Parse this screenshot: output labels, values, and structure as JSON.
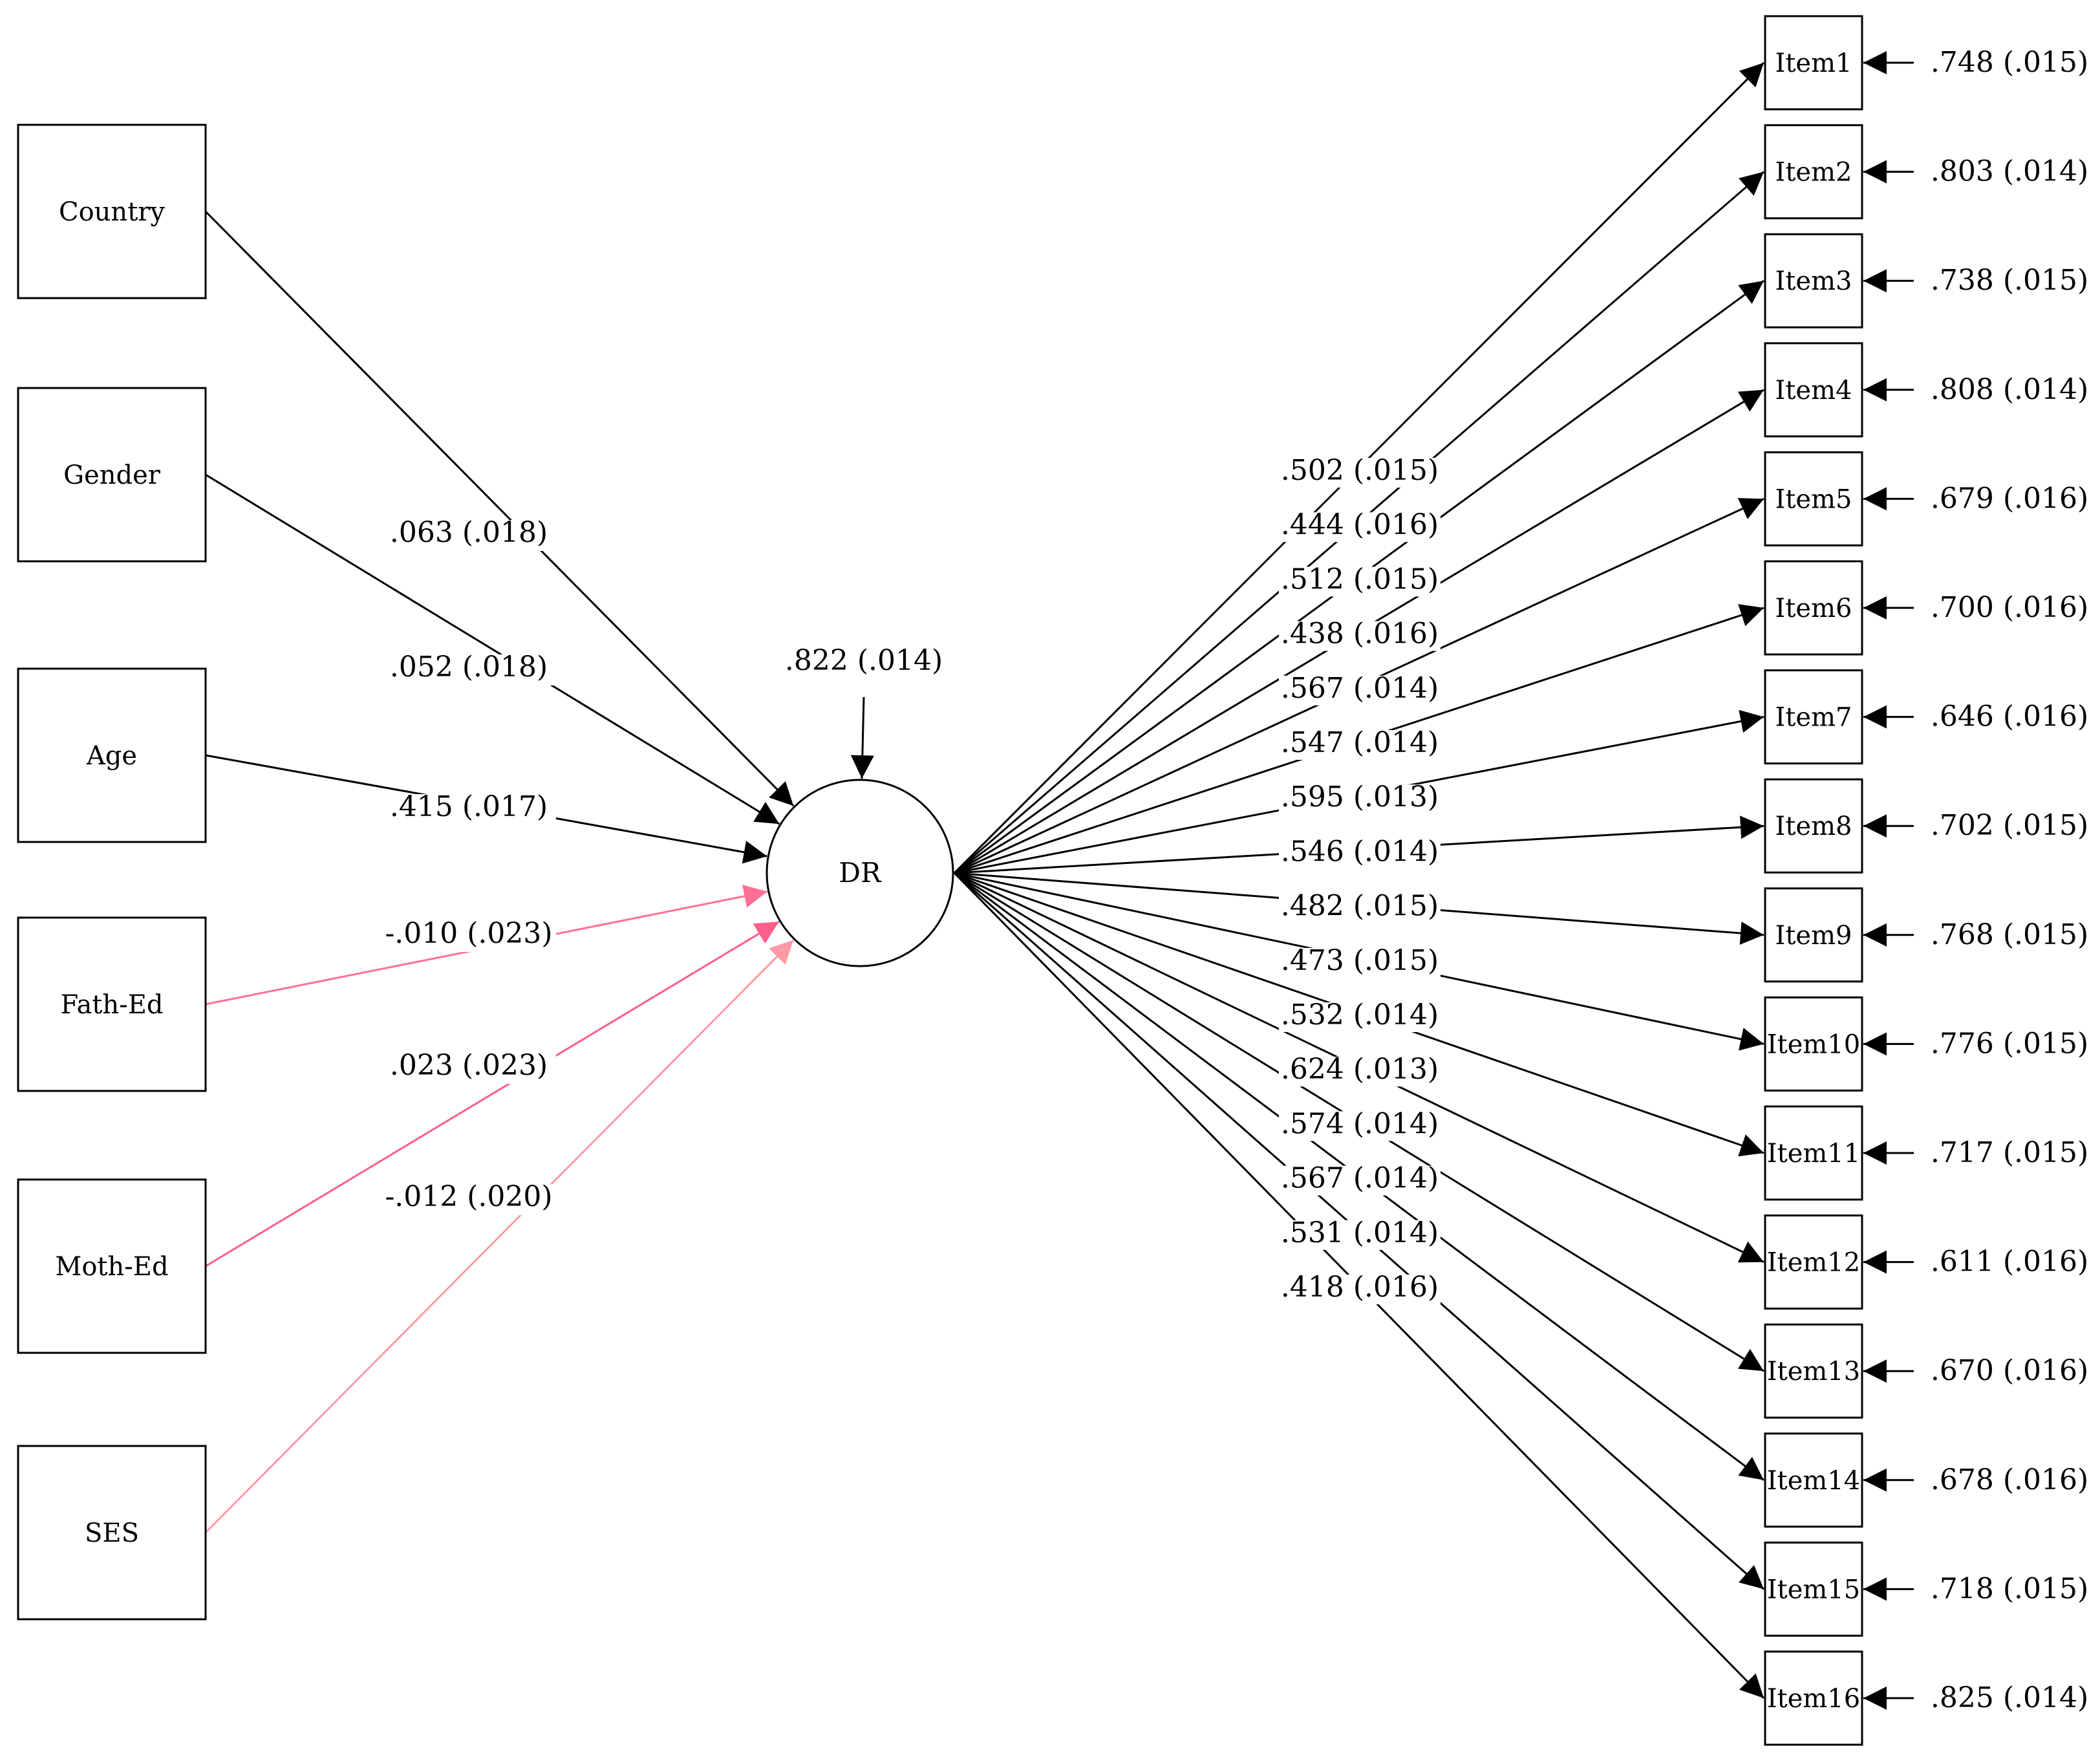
{
  "diagram": {
    "predictors": [
      {
        "label": "Country",
        "estimate": ".063 (.018)",
        "edge_color": "#000000"
      },
      {
        "label": "Gender",
        "estimate": ".052 (.018)",
        "edge_color": "#000000"
      },
      {
        "label": "Age",
        "estimate": ".415 (.017)",
        "edge_color": "#000000"
      },
      {
        "label": "Fath-Ed",
        "estimate": "-.010 (.023)",
        "edge_color": "#ff7094"
      },
      {
        "label": "Moth-Ed",
        "estimate": ".023 (.023)",
        "edge_color": "#ff5f8a"
      },
      {
        "label": "SES",
        "estimate": "-.012 (.020)",
        "edge_color": "#ff9aa4"
      }
    ],
    "latent": {
      "label": "DR",
      "residual": ".822 (.014)"
    },
    "items": [
      {
        "label": "Item1",
        "loading": ".502 (.015)",
        "residual": ".748 (.015)"
      },
      {
        "label": "Item2",
        "loading": ".444 (.016)",
        "residual": ".803 (.014)"
      },
      {
        "label": "Item3",
        "loading": ".512 (.015)",
        "residual": ".738 (.015)"
      },
      {
        "label": "Item4",
        "loading": ".438 (.016)",
        "residual": ".808 (.014)"
      },
      {
        "label": "Item5",
        "loading": ".567 (.014)",
        "residual": ".679 (.016)"
      },
      {
        "label": "Item6",
        "loading": ".547 (.014)",
        "residual": ".700 (.016)"
      },
      {
        "label": "Item7",
        "loading": ".595 (.013)",
        "residual": ".646 (.016)"
      },
      {
        "label": "Item8",
        "loading": ".546 (.014)",
        "residual": ".702 (.015)"
      },
      {
        "label": "Item9",
        "loading": ".482 (.015)",
        "residual": ".768 (.015)"
      },
      {
        "label": "Item10",
        "loading": ".473 (.015)",
        "residual": ".776 (.015)"
      },
      {
        "label": "Item11",
        "loading": ".532 (.014)",
        "residual": ".717 (.015)"
      },
      {
        "label": "Item12",
        "loading": ".624 (.013)",
        "residual": ".611 (.016)"
      },
      {
        "label": "Item13",
        "loading": ".574 (.014)",
        "residual": ".670 (.016)"
      },
      {
        "label": "Item14",
        "loading": ".567 (.014)",
        "residual": ".678 (.016)"
      },
      {
        "label": "Item15",
        "loading": ".531 (.014)",
        "residual": ".718 (.015)"
      },
      {
        "label": "Item16",
        "loading": ".418 (.016)",
        "residual": ".825 (.014)"
      }
    ]
  }
}
